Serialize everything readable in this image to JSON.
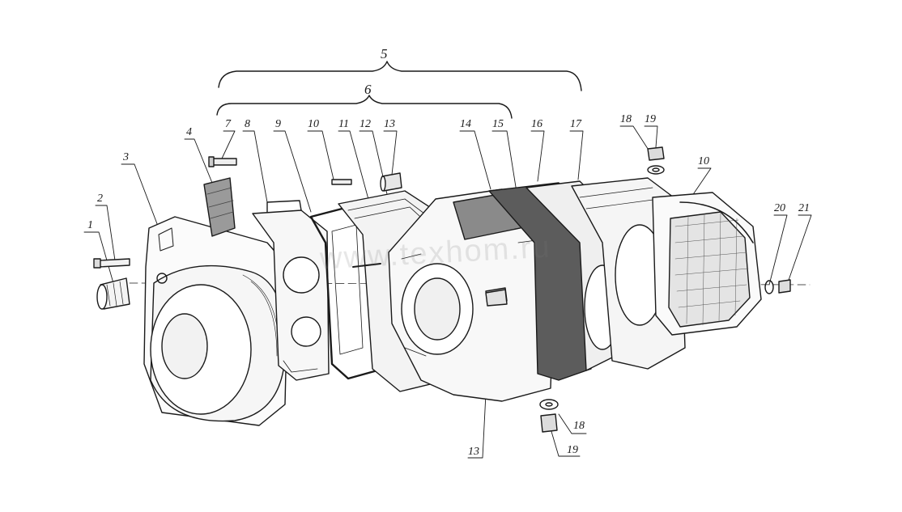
{
  "diagram": {
    "watermark": "www.texhom.ru",
    "callouts": [
      {
        "id": "c5",
        "text": "5"
      },
      {
        "id": "c6",
        "text": "6"
      },
      {
        "id": "c1",
        "text": "1"
      },
      {
        "id": "c2",
        "text": "2"
      },
      {
        "id": "c3",
        "text": "3"
      },
      {
        "id": "c4",
        "text": "4"
      },
      {
        "id": "c7",
        "text": "7"
      },
      {
        "id": "c8",
        "text": "8"
      },
      {
        "id": "c9",
        "text": "9"
      },
      {
        "id": "c10a",
        "text": "10"
      },
      {
        "id": "c11",
        "text": "11"
      },
      {
        "id": "c12",
        "text": "12"
      },
      {
        "id": "c13a",
        "text": "13"
      },
      {
        "id": "c14",
        "text": "14"
      },
      {
        "id": "c15",
        "text": "15"
      },
      {
        "id": "c16",
        "text": "16"
      },
      {
        "id": "c17",
        "text": "17"
      },
      {
        "id": "c18a",
        "text": "18"
      },
      {
        "id": "c19a",
        "text": "19"
      },
      {
        "id": "c10b",
        "text": "10"
      },
      {
        "id": "c20",
        "text": "20"
      },
      {
        "id": "c21",
        "text": "21"
      },
      {
        "id": "c13b",
        "text": "13"
      },
      {
        "id": "c18b",
        "text": "18"
      },
      {
        "id": "c19b",
        "text": "19"
      }
    ]
  }
}
